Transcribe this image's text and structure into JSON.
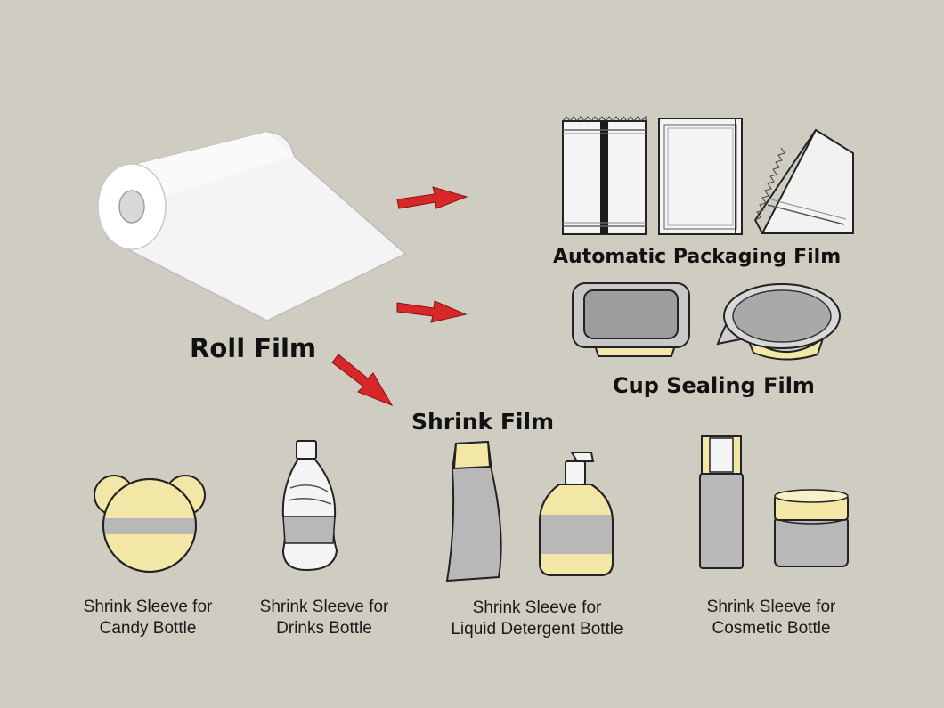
{
  "labels": {
    "roll_film": "Roll Film",
    "automatic_packaging_film": "Automatic Packaging Film",
    "cup_sealing_film": "Cup Sealing Film",
    "shrink_film": "Shrink Film"
  },
  "captions": {
    "candy": [
      "Shrink Sleeve for",
      "Candy Bottle"
    ],
    "drinks": [
      "Shrink Sleeve for",
      "Drinks Bottle"
    ],
    "detergent": [
      "Shrink Sleeve for",
      "Liquid Detergent Bottle"
    ],
    "cosmetic": [
      "Shrink Sleeve for",
      "Cosmetic Bottle"
    ]
  },
  "colors": {
    "background": "#cfccc2",
    "arrow": "#d62828",
    "sleeve_yellow": "#f3e7a8",
    "sleeve_gray": "#b8b8b8",
    "outline": "#1a1a1a",
    "film_white": "#f7f7f7"
  }
}
